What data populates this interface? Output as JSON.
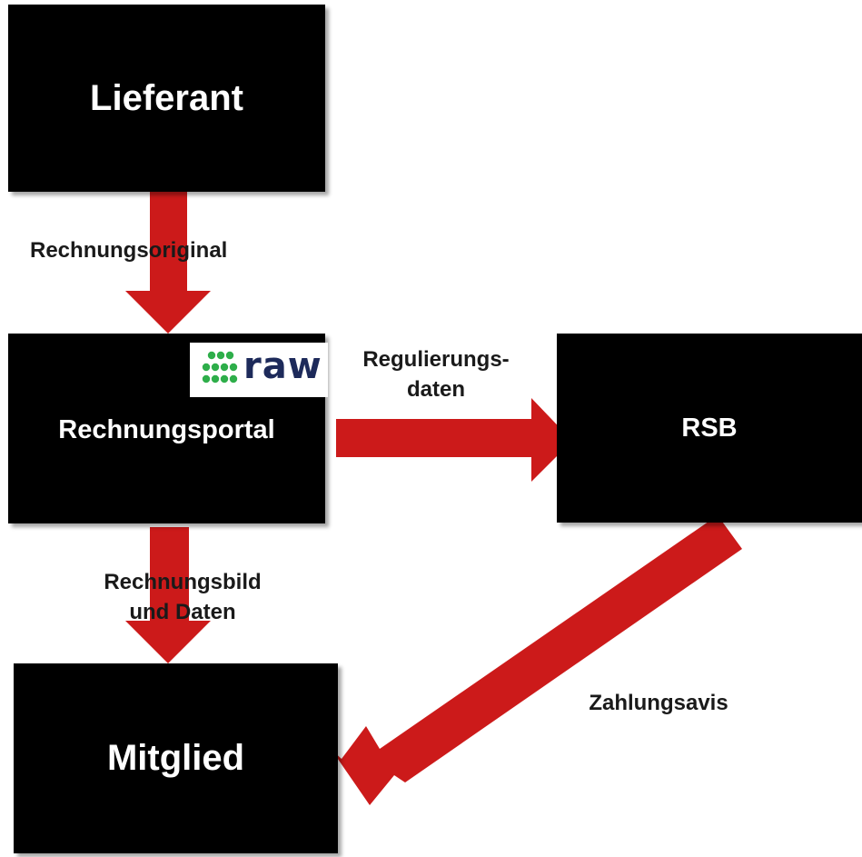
{
  "nodes": {
    "lieferant": "Lieferant",
    "rechnungsportal": "Rechnungsportal",
    "rsb": "RSB",
    "mitglied": "Mitglied"
  },
  "logo": {
    "text": "raw",
    "dot_color": "#2eae4a",
    "text_color": "#1d2a5a"
  },
  "edges": {
    "lieferant_to_portal": "Rechnungsoriginal",
    "portal_to_rsb_line1": "Regulierungs-",
    "portal_to_rsb_line2": "daten",
    "portal_to_mitglied_line1": "Rechnungsbild",
    "portal_to_mitglied_line2": "und Daten",
    "rsb_to_mitglied": "Zahlungsavis"
  },
  "colors": {
    "box": "#000000",
    "arrow": "#cc1a1a",
    "box_text": "#ffffff"
  }
}
